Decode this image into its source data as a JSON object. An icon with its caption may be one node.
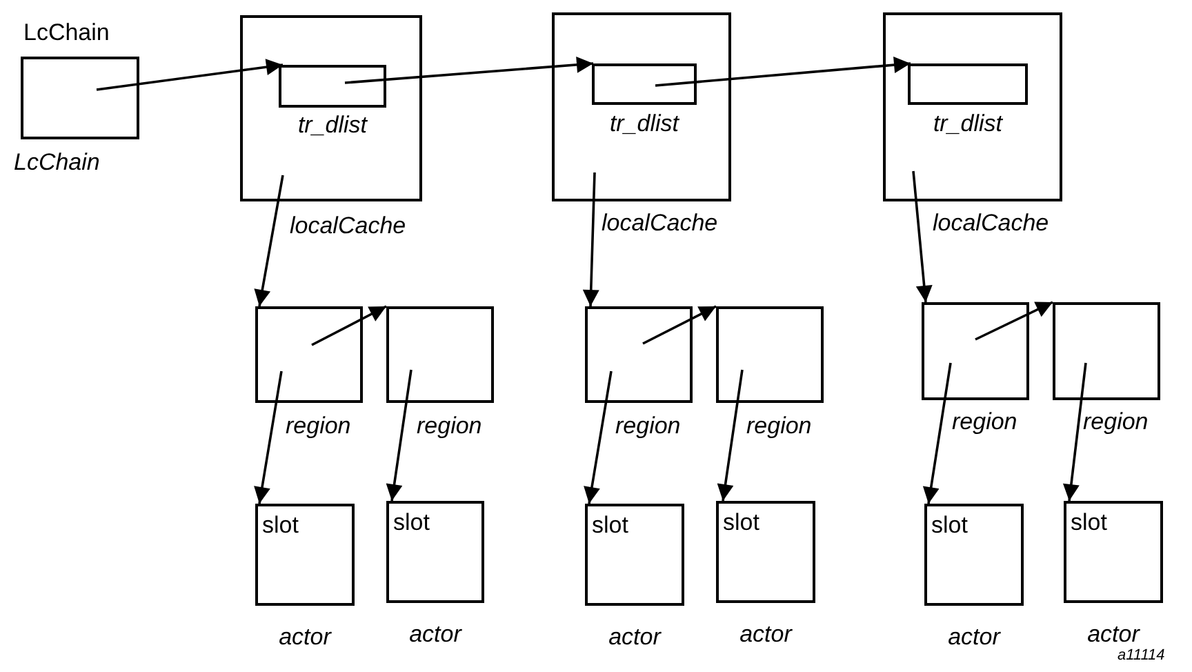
{
  "diagram": {
    "nodes": [
      {
        "text": [
          "LcChain",
          "LcChain"
        ]
      },
      {
        "text": [
          "localCache"
        ]
      },
      {
        "text": [
          "tr_dlist"
        ],
        "in": 1
      },
      {
        "text": [
          "localCache"
        ]
      },
      {
        "text": [
          "tr_dlist"
        ],
        "in": 3
      },
      {
        "text": [
          "localCache"
        ]
      },
      {
        "text": [
          "tr_dlist"
        ],
        "in": 5
      },
      {
        "text": [
          "region"
        ]
      },
      {
        "text": [
          "region"
        ]
      },
      {
        "text": [
          "region"
        ]
      },
      {
        "text": [
          "region"
        ]
      },
      {
        "text": [
          "region"
        ]
      },
      {
        "text": [
          "region"
        ]
      },
      {
        "text": [
          "slot",
          "actor"
        ]
      },
      {
        "text": [
          "slot",
          "actor"
        ]
      },
      {
        "text": [
          "slot",
          "actor"
        ]
      },
      {
        "text": [
          "slot",
          "actor"
        ]
      },
      {
        "text": [
          "slot",
          "actor"
        ]
      },
      {
        "text": [
          "slot",
          "actor"
        ]
      }
    ],
    "edges": [
      {
        "from": 0,
        "to": 2,
        "arrow": "to"
      },
      {
        "from": 2,
        "to": 4,
        "arrow": "to"
      },
      {
        "from": 4,
        "to": 6,
        "arrow": "to"
      },
      {
        "from": 1,
        "to": 7,
        "arrow": "to"
      },
      {
        "from": 7,
        "to": 8,
        "arrow": "to"
      },
      {
        "from": 7,
        "to": 13,
        "arrow": "to"
      },
      {
        "from": 8,
        "to": 14,
        "arrow": "to"
      },
      {
        "from": 3,
        "to": 9,
        "arrow": "to"
      },
      {
        "from": 9,
        "to": 10,
        "arrow": "to"
      },
      {
        "from": 9,
        "to": 15,
        "arrow": "to"
      },
      {
        "from": 10,
        "to": 16,
        "arrow": "to"
      },
      {
        "from": 5,
        "to": 11,
        "arrow": "to"
      },
      {
        "from": 11,
        "to": 12,
        "arrow": "to"
      },
      {
        "from": 11,
        "to": 17,
        "arrow": "to"
      },
      {
        "from": 12,
        "to": 18,
        "arrow": "to"
      }
    ],
    "labels": [
      "a11114"
    ]
  }
}
